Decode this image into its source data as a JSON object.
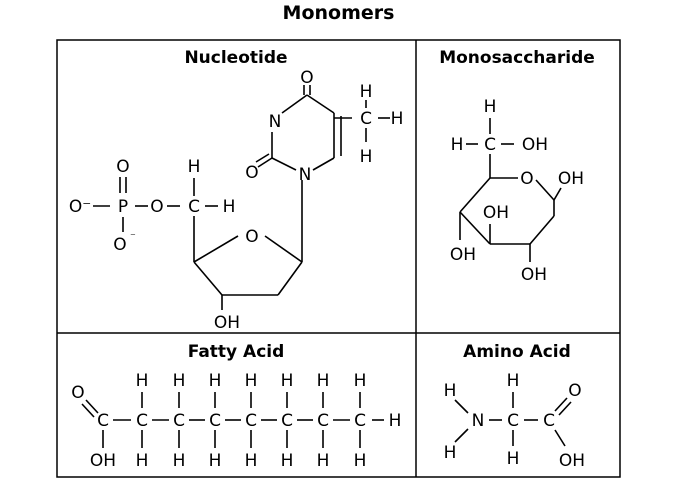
{
  "title": "Monomers",
  "panels": {
    "nucleotide": {
      "title": "Nucleotide",
      "atoms": {
        "O": "O",
        "N": "N",
        "H": "H",
        "P": "P",
        "C": "C",
        "Ominus": "O⁻",
        "minus": "⁻",
        "OH": "OH",
        "dash": "−"
      }
    },
    "monosaccharide": {
      "title": "Monosaccharide",
      "atoms": {
        "H": "H",
        "C": "C",
        "O": "O",
        "OH": "OH"
      }
    },
    "fatty_acid": {
      "title": "Fatty Acid",
      "atoms": {
        "H": "H",
        "C": "C",
        "O": "O",
        "OH": "OH"
      }
    },
    "amino_acid": {
      "title": "Amino Acid",
      "atoms": {
        "H": "H",
        "C": "C",
        "N": "N",
        "O": "O",
        "OH": "OH"
      }
    }
  }
}
